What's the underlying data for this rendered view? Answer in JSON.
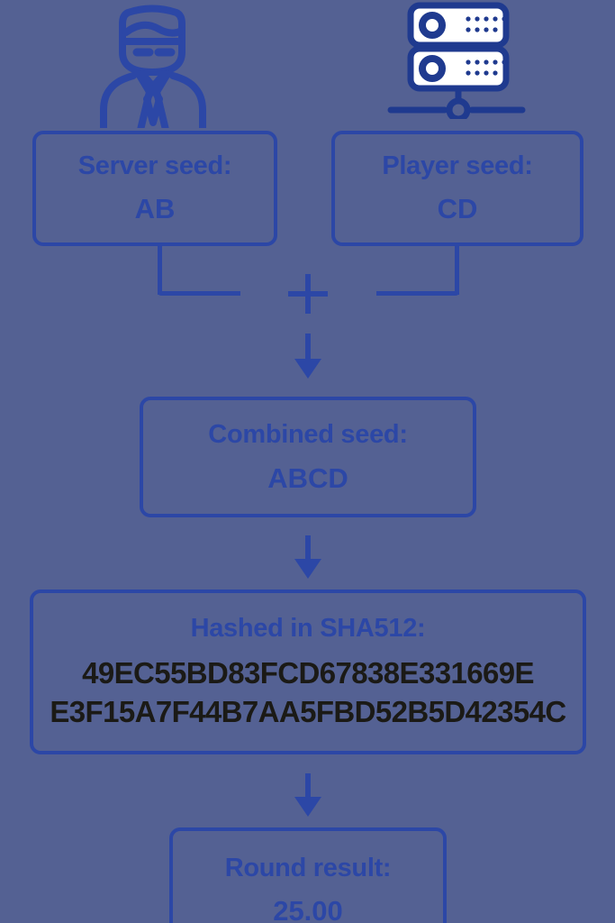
{
  "theme": {
    "background": "#546193",
    "line_color": "#2c47a6",
    "text_color": "#2c47a6",
    "hash_text_color": "#1b1a16",
    "server_panel_fill": "#ffffff"
  },
  "diagram": {
    "title": "Provably fair seed hashing flow",
    "icons": {
      "person": "masked-person-icon",
      "server": "server-rack-icon"
    },
    "nodes": {
      "server_seed": {
        "label": "Server seed:",
        "value": "AB"
      },
      "player_seed": {
        "label": "Player seed:",
        "value": "CD"
      },
      "combined_seed": {
        "label": "Combined seed:",
        "value": "ABCD"
      },
      "hash": {
        "label": "Hashed in SHA512:",
        "value_line_1": "49EC55BD83FCD67838E331669E",
        "value_line_2": "E3F15A7F44B7AA5FBD52B5D42354C"
      },
      "round_result": {
        "label": "Round result:",
        "value": "25.00"
      }
    },
    "operators": {
      "plus": "+",
      "arrow": "↓"
    }
  }
}
